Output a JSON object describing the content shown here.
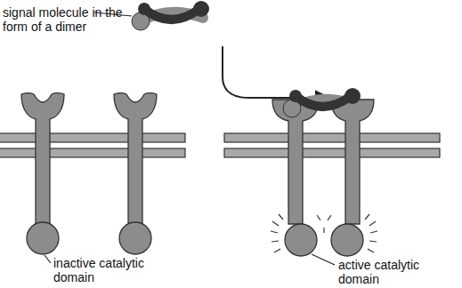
{
  "diagram": {
    "labels": [
      "signal molecule in the form of a dimer",
      "inactive catalytic domain",
      "active catalytic domain"
    ]
  }
}
